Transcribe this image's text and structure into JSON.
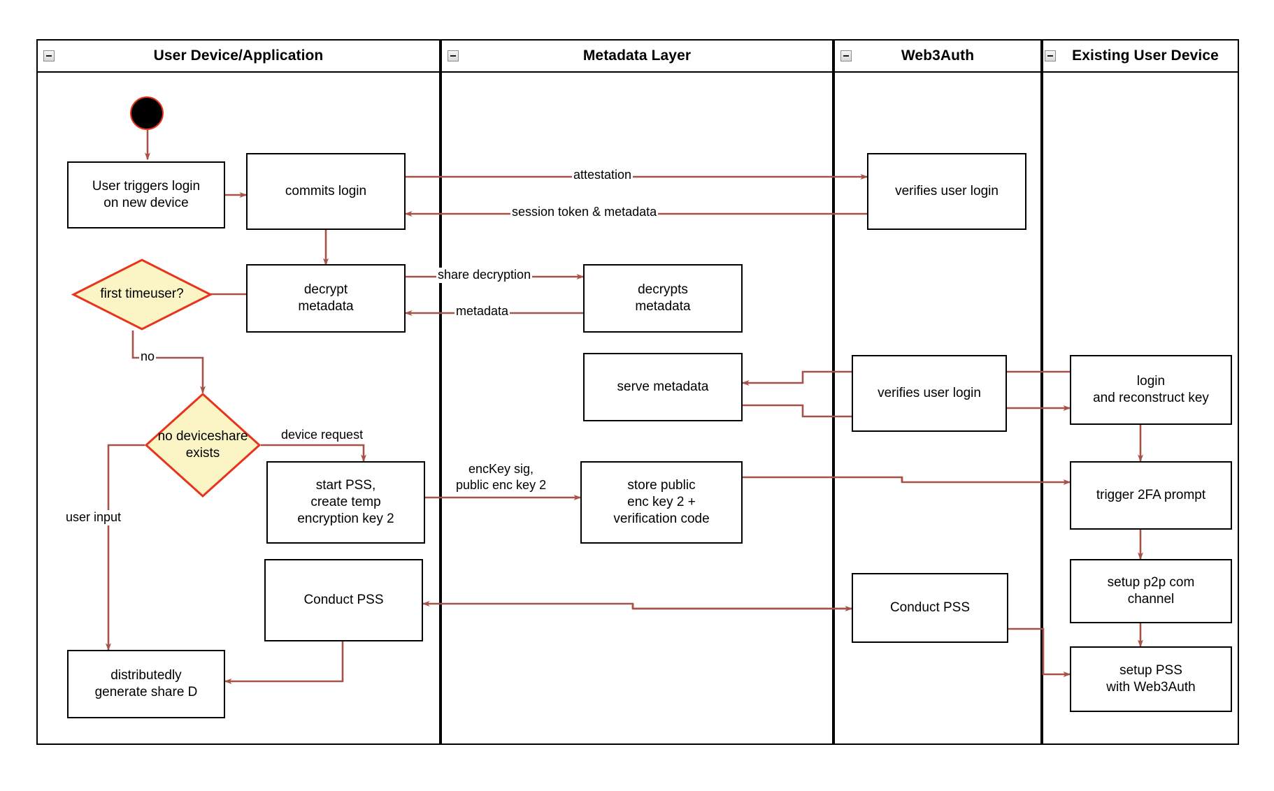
{
  "diagram": {
    "title": "Web3Auth new device login activity diagram",
    "edge_color": "#a65248",
    "decision_border_color": "#e8341c",
    "decision_fill_color": "#fbf4c4",
    "node_border_color": "#000000",
    "node_fill_color": "#ffffff",
    "start_node_color": "#000000"
  },
  "lanes": [
    {
      "id": "user-device",
      "label": "User Device/Application",
      "collapse_icon": "collapse-minus-icon"
    },
    {
      "id": "metadata-layer",
      "label": "Metadata Layer",
      "collapse_icon": "collapse-minus-icon"
    },
    {
      "id": "web3auth",
      "label": "Web3Auth",
      "collapse_icon": "collapse-minus-icon"
    },
    {
      "id": "existing-user-device",
      "label": "Existing User Device",
      "collapse_icon": "collapse-minus-icon"
    }
  ],
  "nodes": [
    {
      "id": "start",
      "type": "start",
      "label": ""
    },
    {
      "id": "user-triggers-login",
      "type": "action",
      "lane": "user-device",
      "lines": [
        "User triggers login",
        "on new device"
      ]
    },
    {
      "id": "commits-login",
      "type": "action",
      "lane": "user-device",
      "lines": [
        "commits login"
      ]
    },
    {
      "id": "decrypt-metadata",
      "type": "action",
      "lane": "user-device",
      "lines": [
        "decrypt",
        "metadata"
      ]
    },
    {
      "id": "first-time-user",
      "type": "decision",
      "lane": "user-device",
      "lines": [
        "first time",
        "user?"
      ]
    },
    {
      "id": "no-device-share-exists",
      "type": "decision",
      "lane": "user-device",
      "lines": [
        "no device",
        "share exists"
      ]
    },
    {
      "id": "start-pss-create-temp-key",
      "type": "action",
      "lane": "user-device",
      "lines": [
        "start PSS,",
        "create temp",
        "encryption key 2"
      ]
    },
    {
      "id": "conduct-pss-user",
      "type": "action",
      "lane": "user-device",
      "lines": [
        "Conduct PSS"
      ]
    },
    {
      "id": "distributedly-generate-share-d",
      "type": "action",
      "lane": "user-device",
      "lines": [
        "distributedly",
        "generate share D"
      ]
    },
    {
      "id": "decrypts-metadata",
      "type": "action",
      "lane": "metadata-layer",
      "lines": [
        "decrypts",
        "metadata"
      ]
    },
    {
      "id": "serve-metadata",
      "type": "action",
      "lane": "metadata-layer",
      "lines": [
        "serve metadata"
      ]
    },
    {
      "id": "store-public-enc-key-2",
      "type": "action",
      "lane": "metadata-layer",
      "lines": [
        "store public",
        "enc key 2 +",
        "verification code"
      ]
    },
    {
      "id": "verifies-user-login-top",
      "type": "action",
      "lane": "web3auth",
      "lines": [
        "verifies user login"
      ]
    },
    {
      "id": "verifies-user-login-mid",
      "type": "action",
      "lane": "web3auth",
      "lines": [
        "verifies user login"
      ]
    },
    {
      "id": "conduct-pss-web3auth",
      "type": "action",
      "lane": "web3auth",
      "lines": [
        "Conduct PSS"
      ]
    },
    {
      "id": "login-and-reconstruct-key",
      "type": "action",
      "lane": "existing-user-device",
      "lines": [
        "login",
        "and reconstruct key"
      ]
    },
    {
      "id": "trigger-2fa-prompt",
      "type": "action",
      "lane": "existing-user-device",
      "lines": [
        "trigger 2FA prompt"
      ]
    },
    {
      "id": "setup-p2p-com-channel",
      "type": "action",
      "lane": "existing-user-device",
      "lines": [
        "setup p2p com",
        "channel"
      ]
    },
    {
      "id": "setup-pss-with-web3auth",
      "type": "action",
      "lane": "existing-user-device",
      "lines": [
        "setup PSS",
        "with Web3Auth"
      ]
    }
  ],
  "edge_labels": [
    {
      "id": "attestation",
      "text": "attestation"
    },
    {
      "id": "session-token-metadata",
      "text": "session token & metadata"
    },
    {
      "id": "share-decryption",
      "text": "share decryption"
    },
    {
      "id": "metadata",
      "text": "metadata"
    },
    {
      "id": "no",
      "text": "no"
    },
    {
      "id": "device-request",
      "text": "device request"
    },
    {
      "id": "user-input",
      "text": "user input"
    },
    {
      "id": "enckey-sig-public-enc-key-2",
      "text": "encKey sig,\npublic enc key 2"
    }
  ]
}
